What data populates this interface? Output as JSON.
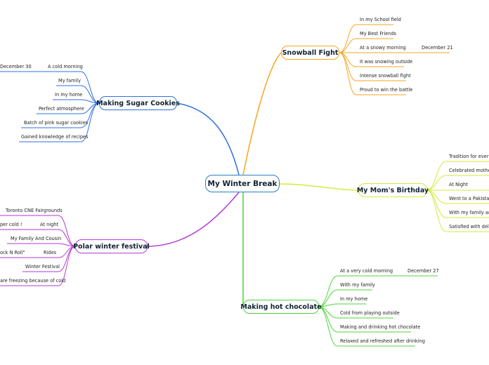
{
  "central": "My Winter Break",
  "branches": {
    "snowball": {
      "title": "Snowball Fight",
      "color": "#f5a623",
      "items": [
        "In my School field",
        "My Best Friends",
        "At a snowy morning",
        "December 21",
        "It was snowing outside",
        "Intense snowball fight",
        "Proud to win the battle"
      ]
    },
    "birthday": {
      "title": "My Mom's Birthday",
      "color": "#d4ea3a",
      "items": [
        "Tradition for every y",
        "Celebrated mother b",
        "At Night",
        "Went to a Pakistani R",
        "With my family and C",
        "Satisfied with delicio"
      ]
    },
    "chocolate": {
      "title": "Making hot chocolate",
      "color": "#4cd43a",
      "items": [
        "At a very cold morning",
        "December 27",
        "With my family",
        "In my home",
        "Cold from playing outside",
        "Making and drinking hot chocolate",
        "Relaxed and refreshed after drinking"
      ]
    },
    "cookies": {
      "title": "Making Sugar Cookies",
      "color": "#2f6fe0",
      "items": [
        "December 30",
        "A cold morning",
        "My family",
        "In my home",
        "Perfect atmosphere",
        "Batch of pink sugar cookies",
        "Gained knowledge of recipes"
      ]
    },
    "festival": {
      "title": "Polar winter festival",
      "color": "#b23ad4",
      "items": [
        "Toronto CNE Fairgrounds",
        "per cold !",
        "At night",
        "My Family And Cousin",
        "ock N Roll\"",
        "Rides",
        "Winter Festival",
        "are freezing because of cold"
      ]
    }
  }
}
